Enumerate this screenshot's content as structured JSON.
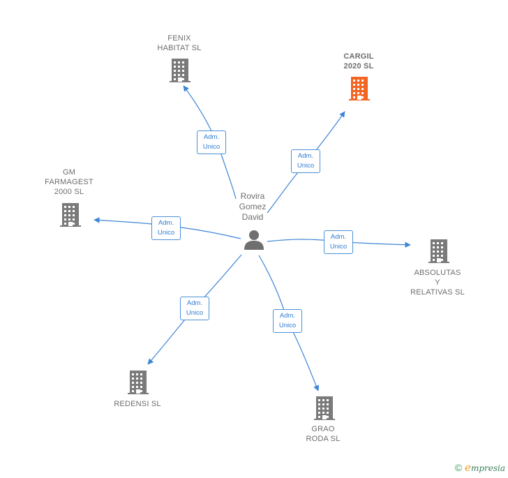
{
  "center": {
    "name": "Rovira\nGomez\nDavid",
    "icon": "person-icon"
  },
  "companies": [
    {
      "id": "fenix",
      "name": "FENIX\nHABITAT  SL",
      "role_line1": "Adm.",
      "role_line2": "Unico",
      "color": "#7a7a7a",
      "icon": "building-icon"
    },
    {
      "id": "cargil",
      "name": "CARGIL\n2020  SL",
      "role_line1": "Adm.",
      "role_line2": "Unico",
      "color": "#f26522",
      "icon": "building-icon",
      "highlighted": true
    },
    {
      "id": "gm",
      "name": "GM\nFARMAGEST\n2000 SL",
      "role_line1": "Adm.",
      "role_line2": "Unico",
      "color": "#7a7a7a",
      "icon": "building-icon"
    },
    {
      "id": "absolutas",
      "name": "ABSOLUTAS\nY\nRELATIVAS SL",
      "role_line1": "Adm.",
      "role_line2": "Unico",
      "color": "#7a7a7a",
      "icon": "building-icon"
    },
    {
      "id": "redensi",
      "name": "REDENSI  SL",
      "role_line1": "Adm.",
      "role_line2": "Unico",
      "color": "#7a7a7a",
      "icon": "building-icon"
    },
    {
      "id": "grao",
      "name": "GRAO\nRODA  SL",
      "role_line1": "Adm.",
      "role_line2": "Unico",
      "color": "#7a7a7a",
      "icon": "building-icon"
    }
  ],
  "colors": {
    "edge": "#3d85d6",
    "person": "#6f6f6f"
  },
  "footer": {
    "copyright_symbol": "©",
    "brand_initial": "e",
    "brand_rest": "mpresia"
  }
}
